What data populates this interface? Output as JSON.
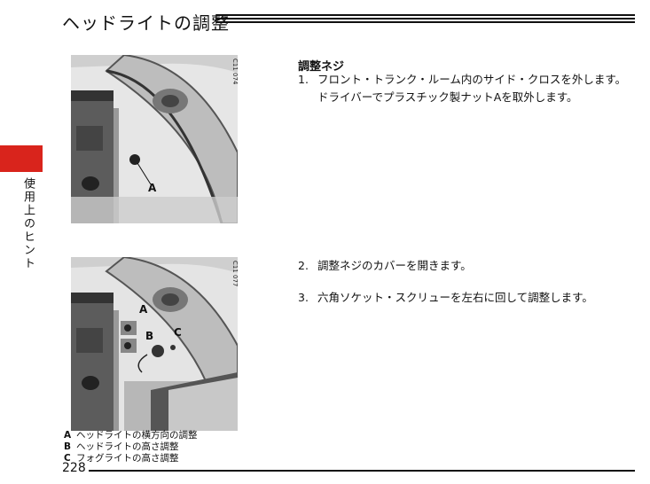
{
  "header": {
    "title": "ヘッドライトの調整"
  },
  "sidebar": {
    "chapter": "使用上のヒント"
  },
  "figures": [
    {
      "code": "C11 074",
      "labels": [
        "A"
      ]
    },
    {
      "code": "C11 077",
      "labels": [
        "A",
        "B",
        "C"
      ]
    }
  ],
  "section": {
    "heading": "調整ネジ"
  },
  "steps": [
    {
      "num": "1.",
      "text": "フロント・トランク・ルーム内のサイド・クロスを外します。ドライバーでプラスチック製ナットAを取外します。"
    },
    {
      "num": "2.",
      "text": "調整ネジのカバーを開きます。"
    },
    {
      "num": "3.",
      "text": "六角ソケット・スクリューを左右に回して調整します。"
    }
  ],
  "captions": [
    {
      "key": "A",
      "text": "ヘッドライトの横方向の調整"
    },
    {
      "key": "B",
      "text": "ヘッドライトの高さ調整"
    },
    {
      "key": "C",
      "text": "フォグライトの高さ調整"
    }
  ],
  "footer": {
    "page_number": "228"
  }
}
